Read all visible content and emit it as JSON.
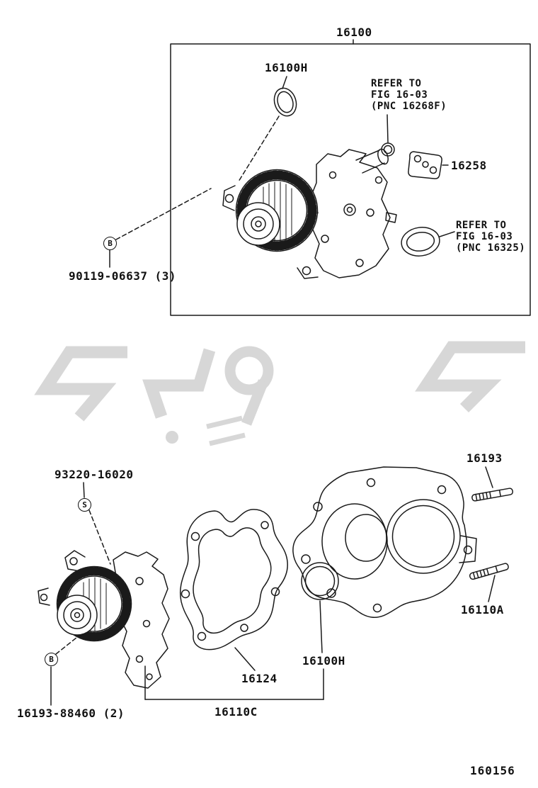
{
  "colors": {
    "line": "#1a1a1a",
    "watermark": "#d7d7d7"
  },
  "figure": {
    "code": "160156"
  },
  "top_assembly": {
    "assembly_label": "16100",
    "oring_label": "16100H",
    "refer_note_1": {
      "line1": "REFER TO",
      "line2": "FIG 16-03",
      "line3": "(PNC 16268F)"
    },
    "plate_label": "16258",
    "refer_note_2": {
      "line1": "REFER TO",
      "line2": "FIG 16-03",
      "line3": "(PNC 16325)"
    },
    "bolt_label": "90119-06637 (3)",
    "bolt_marker": "B"
  },
  "bottom_assembly": {
    "screw_label": "93220-16020",
    "screw_marker": "S",
    "stud_label_1": "16193",
    "stud_label_2": "16110A",
    "oring_label": "16100H",
    "gasket_label": "16124",
    "subassembly_label": "16110C",
    "bolt_label": "16193-88460 (2)",
    "bolt_marker": "B"
  }
}
